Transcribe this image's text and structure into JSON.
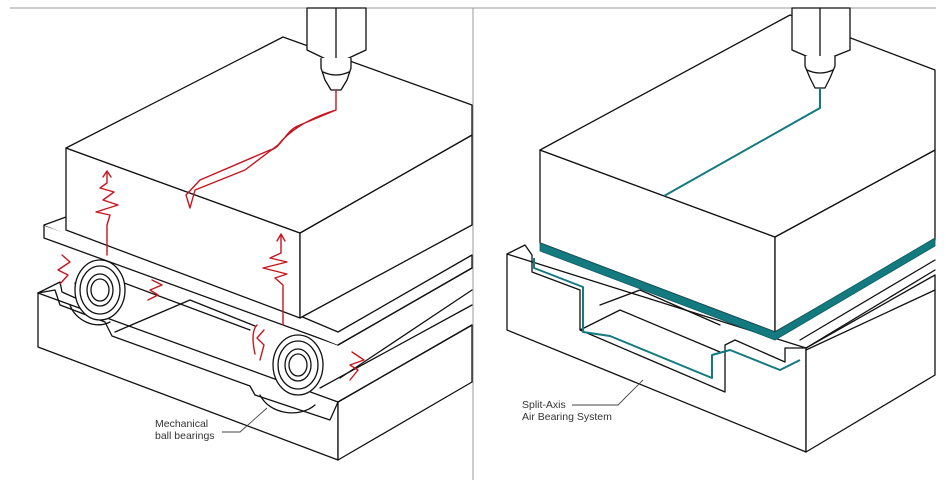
{
  "figure": {
    "panels": [
      {
        "id": "left",
        "label_lines": [
          "Mechanical",
          "ball bearings"
        ],
        "accent_color": "#c8141e",
        "depicts": "Machine stage on mechanical ball bearings with vibration paths and irregular tool path"
      },
      {
        "id": "right",
        "label_lines": [
          "Split-Axis",
          "Air Bearing System"
        ],
        "accent_color": "#137a80",
        "depicts": "Machine stage on split-axis air bearing with smooth straight tool path"
      }
    ],
    "colors": {
      "line": "#111111",
      "vibration": "#c8141e",
      "air_film": "#137a80",
      "divider": "#aaaaaa"
    }
  }
}
